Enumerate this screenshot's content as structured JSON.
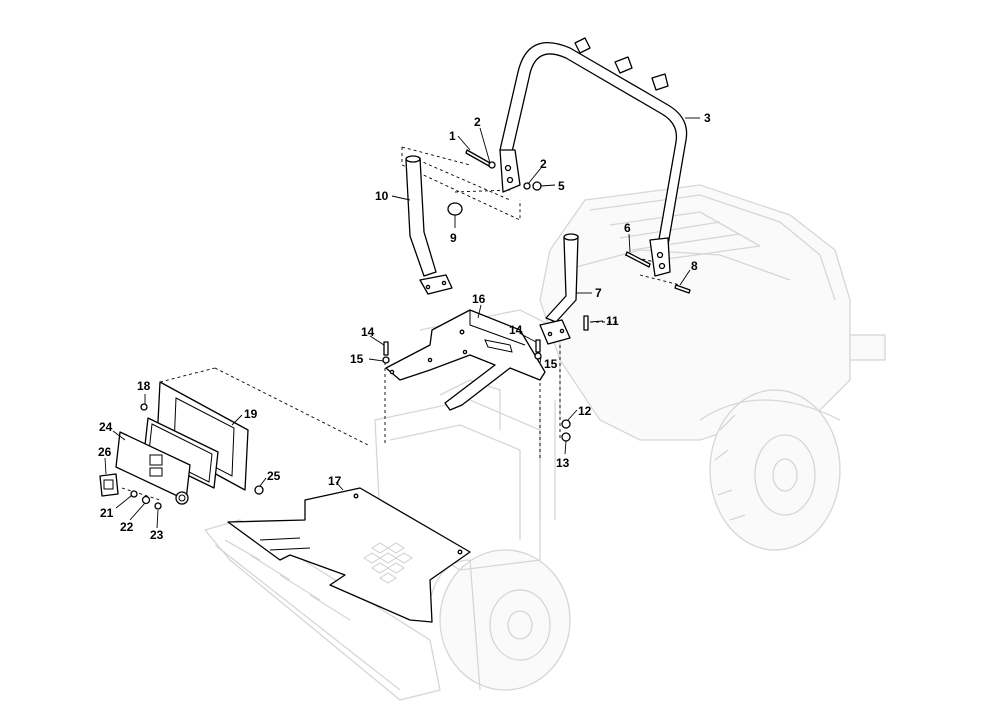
{
  "diagram": {
    "callouts": [
      {
        "id": "c1",
        "label": "1"
      },
      {
        "id": "c2a",
        "label": "2"
      },
      {
        "id": "c2b",
        "label": "2"
      },
      {
        "id": "c3",
        "label": "3"
      },
      {
        "id": "c5",
        "label": "5"
      },
      {
        "id": "c6",
        "label": "6"
      },
      {
        "id": "c7",
        "label": "7"
      },
      {
        "id": "c8",
        "label": "8"
      },
      {
        "id": "c9",
        "label": "9"
      },
      {
        "id": "c10",
        "label": "10"
      },
      {
        "id": "c11",
        "label": "11"
      },
      {
        "id": "c12",
        "label": "12"
      },
      {
        "id": "c13",
        "label": "13"
      },
      {
        "id": "c14a",
        "label": "14"
      },
      {
        "id": "c14b",
        "label": "14"
      },
      {
        "id": "c15a",
        "label": "15"
      },
      {
        "id": "c15b",
        "label": "15"
      },
      {
        "id": "c16",
        "label": "16"
      },
      {
        "id": "c17",
        "label": "17"
      },
      {
        "id": "c18",
        "label": "18"
      },
      {
        "id": "c19",
        "label": "19"
      },
      {
        "id": "c21",
        "label": "21"
      },
      {
        "id": "c22",
        "label": "22"
      },
      {
        "id": "c23",
        "label": "23"
      },
      {
        "id": "c24",
        "label": "24"
      },
      {
        "id": "c25",
        "label": "25"
      },
      {
        "id": "c26",
        "label": "26"
      }
    ]
  }
}
